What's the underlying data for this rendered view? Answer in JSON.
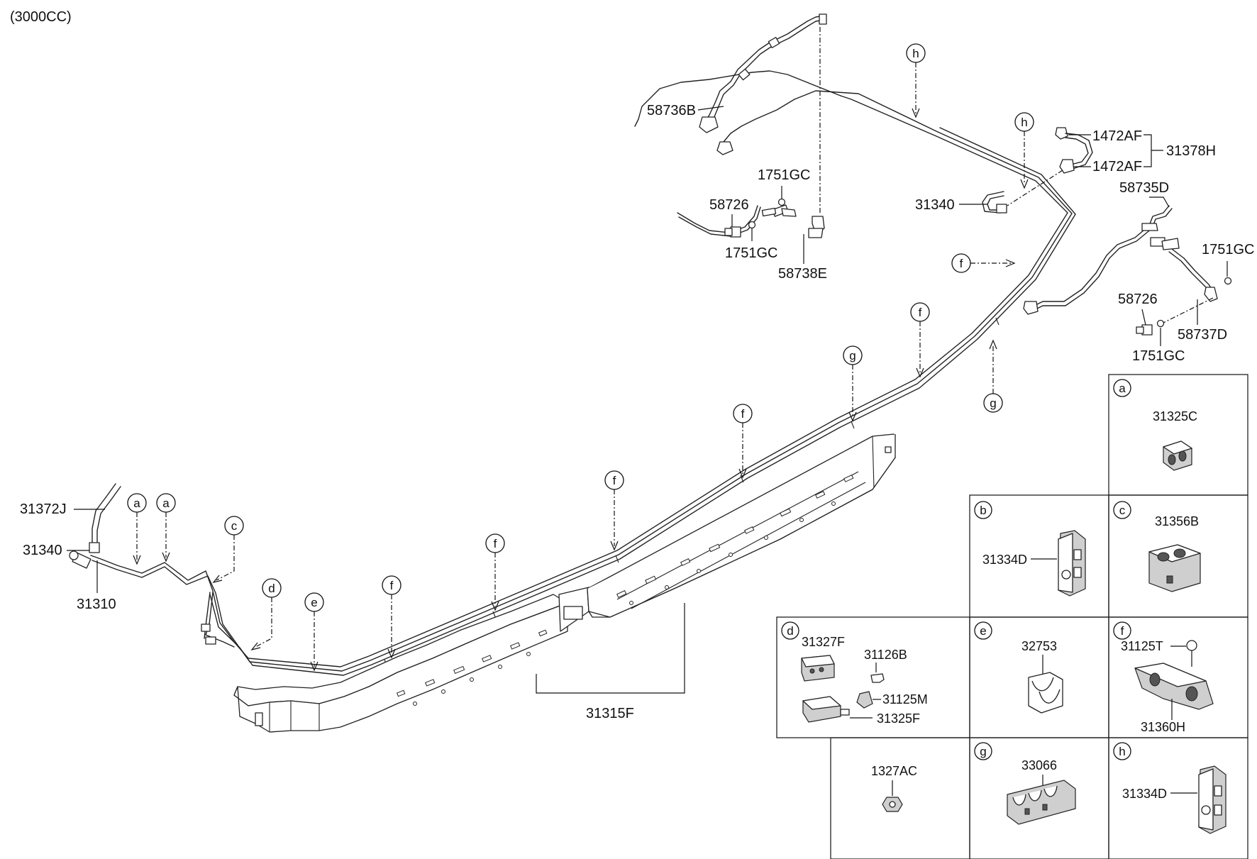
{
  "header": {
    "engine_note": "(3000CC)"
  },
  "callout_letters": [
    "a",
    "b",
    "c",
    "d",
    "e",
    "f",
    "g",
    "h"
  ],
  "parts": {
    "p31372J": "31372J",
    "p31340": "31340",
    "p31310": "31310",
    "p31315F": "31315F",
    "p58736B": "58736B",
    "p58726": "58726",
    "p1751GC": "1751GC",
    "p58738E": "58738E",
    "p1472AF": "1472AF",
    "p31378H": "31378H",
    "p58735D": "58735D",
    "p58737D": "58737D"
  },
  "legend": {
    "a": [
      "31325C"
    ],
    "b": [
      "31334D"
    ],
    "c": [
      "31356B"
    ],
    "d": [
      "31327F",
      "31126B",
      "31125M",
      "31325F"
    ],
    "e": [
      "32753"
    ],
    "f": [
      "31125T",
      "31360H"
    ],
    "blank": [
      "1327AC"
    ],
    "g": [
      "33066"
    ],
    "h": [
      "31334D"
    ]
  }
}
